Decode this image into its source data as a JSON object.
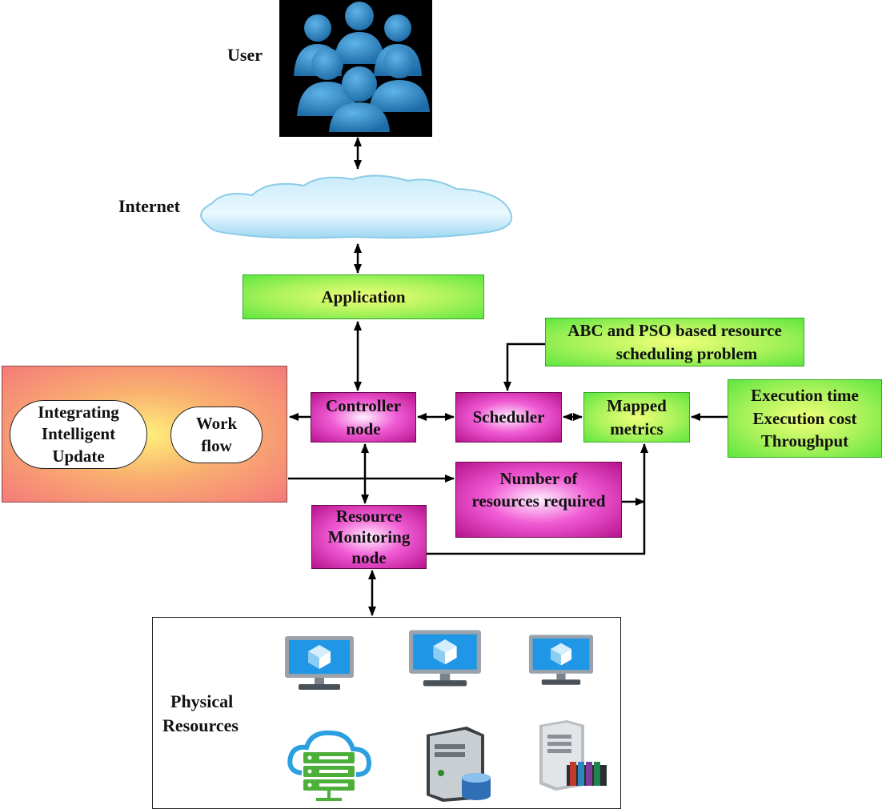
{
  "labels": {
    "user": "User",
    "internet": "Internet",
    "physical_resources": [
      "Physical",
      "Resources"
    ]
  },
  "boxes": {
    "application": "Application",
    "abc_pso": [
      "ABC and PSO based resource",
      "scheduling problem"
    ],
    "controller": [
      "Controller",
      "node"
    ],
    "scheduler": "Scheduler",
    "mapped_metrics": [
      "Mapped",
      "metrics"
    ],
    "execution_metrics": [
      "Execution time",
      "Execution cost",
      "Throughput"
    ],
    "number_resources": [
      "Number of",
      "resources required"
    ],
    "resource_monitoring": [
      "Resource",
      "Monitoring",
      "node"
    ],
    "integrating_update": [
      "Integrating",
      "Intelligent",
      "Update"
    ],
    "workflow": [
      "Work",
      "flow"
    ]
  },
  "icons": {
    "user_group": "user-group-icon",
    "cloud": "cloud-icon",
    "monitors": [
      "monitor-icon",
      "monitor-icon",
      "monitor-icon"
    ],
    "servers": [
      "cloud-server-icon",
      "database-server-icon",
      "server-tower-icon"
    ]
  },
  "colors": {
    "green_box": "#7af04a",
    "magenta_box": "#e040c0",
    "salmon_panel": "#f47a7a",
    "user_bg": "#000000",
    "user_figure": "#2f8cc8"
  }
}
